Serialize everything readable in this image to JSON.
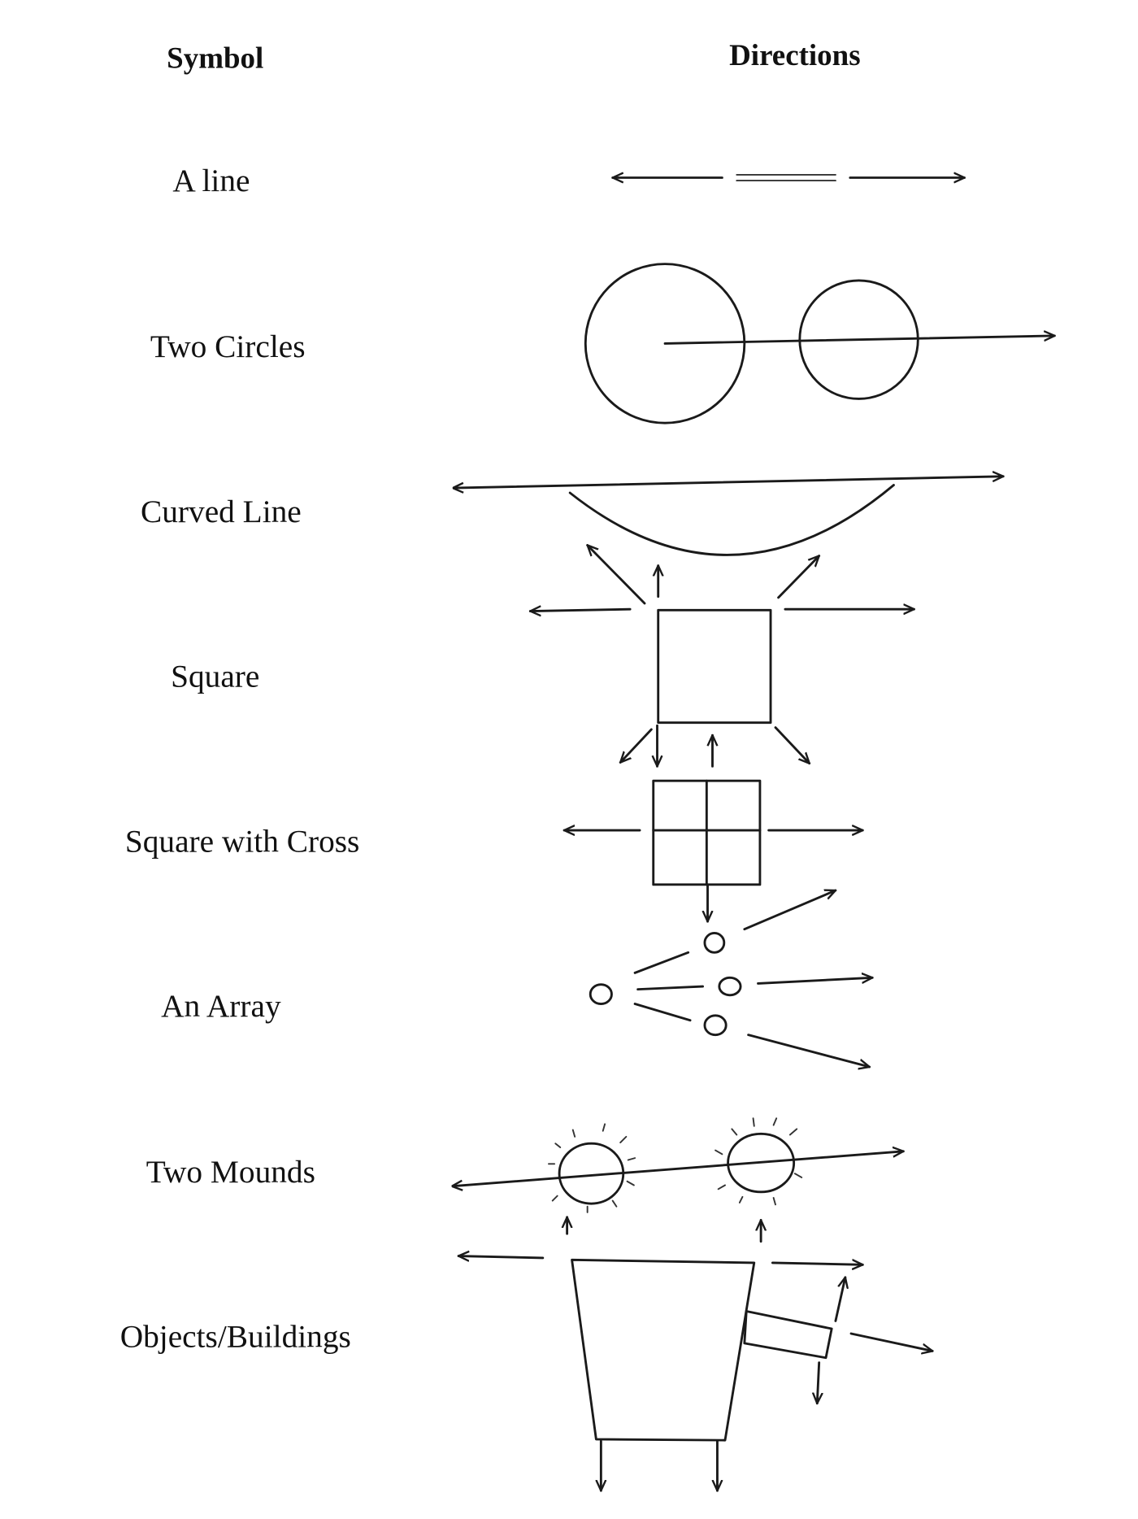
{
  "header": {
    "symbol": "Symbol",
    "directions": "Directions"
  },
  "rows": [
    {
      "symbol": "A line"
    },
    {
      "symbol": "Two Circles"
    },
    {
      "symbol": "Curved Line"
    },
    {
      "symbol": "Square"
    },
    {
      "symbol": "Square with Cross"
    },
    {
      "symbol": "An Array"
    },
    {
      "symbol": "Two Mounds"
    },
    {
      "symbol": "Objects/Buildings"
    }
  ],
  "colors": {
    "ink": "#1a1a1a",
    "paper": "#ffffff"
  }
}
